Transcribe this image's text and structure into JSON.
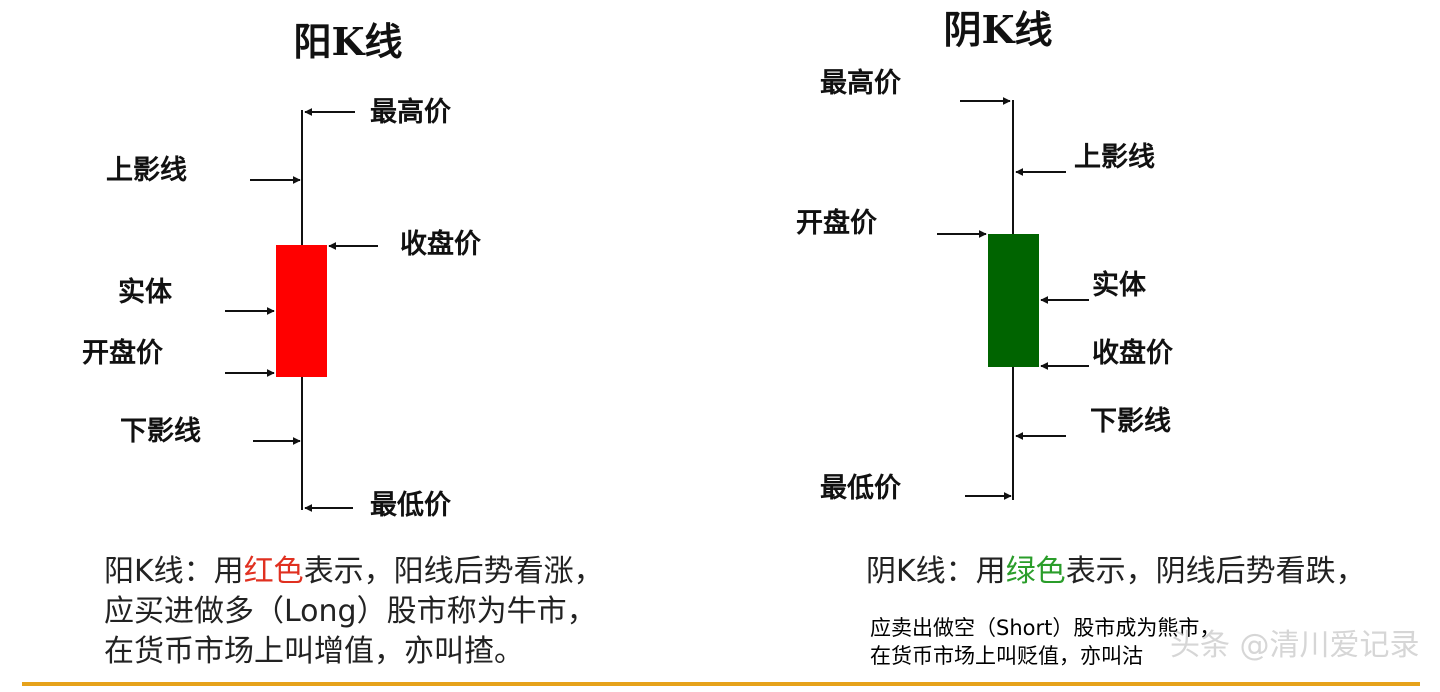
{
  "colors": {
    "bullish": "#ff0000",
    "bearish": "#006400",
    "text": "#111111",
    "caption_text": "#222222",
    "caption_red": "#e03020",
    "caption_green": "#2a9d2a",
    "rule": "#e6a21a",
    "watermark": "#c8c8c8"
  },
  "yang": {
    "title": "阳K线",
    "labels": {
      "high": "最高价",
      "upper_shadow": "上影线",
      "close": "收盘价",
      "body": "实体",
      "open": "开盘价",
      "lower_shadow": "下影线",
      "low": "最低价"
    },
    "caption": {
      "line1_prefix": "阳K线：用",
      "line1_color": "红色",
      "line1_suffix": "表示，阳线后势看涨，",
      "line2": "应买进做多（Long）股市称为牛市，",
      "line3": "在货币市场上叫增值，亦叫揸。"
    }
  },
  "yin": {
    "title": "阴K线",
    "labels": {
      "high": "最高价",
      "upper_shadow": "上影线",
      "open": "开盘价",
      "body": "实体",
      "close": "收盘价",
      "lower_shadow": "下影线",
      "low": "最低价"
    },
    "caption": {
      "line1_prefix": "阴K线：用",
      "line1_color": "绿色",
      "line1_suffix": "表示，阴线后势看跌，",
      "line2": "应卖出做空（Short）股市成为熊市，",
      "line3": "在货币市场上叫贬值，亦叫沽"
    }
  },
  "watermark": "头条 @清川爱记录"
}
